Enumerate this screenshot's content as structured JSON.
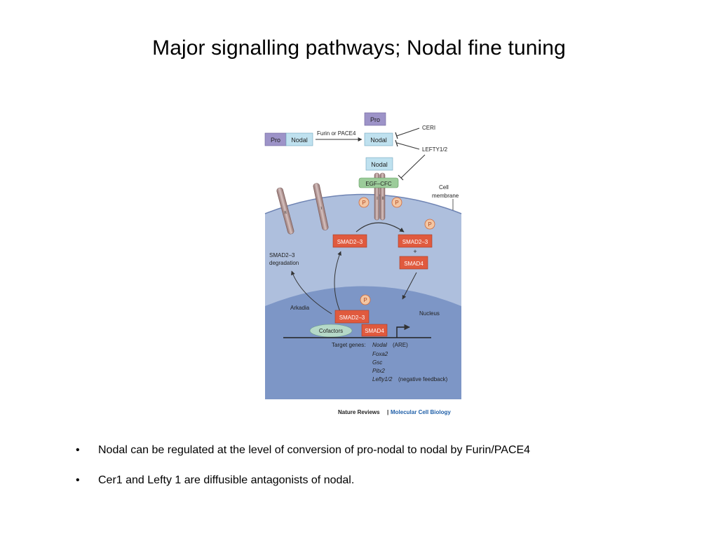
{
  "slide": {
    "title": "Major signalling pathways; Nodal fine tuning"
  },
  "diagram": {
    "pro_top": "Pro",
    "pro_left": "Pro",
    "nodal_left": "Nodal",
    "furin_label": "Furin or PACE4",
    "nodal_mature": "Nodal",
    "ceri": "CERI",
    "lefty": "LEFTY1/2",
    "nodal_bound": "Nodal",
    "egf_cfc": "EGF–CFC",
    "cell_membrane_1": "Cell",
    "cell_membrane_2": "membrane",
    "p_left": "P",
    "p_right": "P",
    "p_smad_right": "P",
    "p_nucleus": "P",
    "receptor_I_left": "I",
    "receptor_II_left": "II",
    "receptor_I": "I",
    "receptor_II": "II",
    "smad23_left": "SMAD2–3",
    "smad23_right": "SMAD2–3",
    "plus": "+",
    "smad4_right": "SMAD4",
    "degradation_1": "SMAD2–3",
    "degradation_2": "degradation",
    "arkadia": "Arkadia",
    "nucleus": "Nucleus",
    "smad23_nucleus": "SMAD2–3",
    "cofactors": "Cofactors",
    "smad4_nucleus": "SMAD4",
    "target_genes_label": "Target genes:",
    "gene_1": "Nodal",
    "gene_1_note": "(ARE)",
    "gene_2": "Foxa2",
    "gene_3": "Gsc",
    "gene_4": "Pitx2",
    "gene_5": "Lefty1/2",
    "gene_5_note": "(negative feedback)",
    "credit_left": "Nature Reviews",
    "credit_sep": "|",
    "credit_right": "Molecular Cell Biology",
    "colors": {
      "cytoplasm": "#aebfdd",
      "nucleus": "#7d96c6",
      "smad": "#e05a3e",
      "phospho": "#f3c6a3",
      "nodal_box": "#bfe1ef",
      "pro_box": "#9d93c8",
      "egf_cfc": "#9ccc9a",
      "cofactors": "#b5d9c8",
      "receptor": "#b79a98",
      "credit_accent": "#1f5fa8"
    }
  },
  "bullets": [
    {
      "marker": "•",
      "text": "Nodal can be regulated at the level of conversion of pro-nodal to nodal by Furin/PACE4"
    },
    {
      "marker": "•",
      "text": "Cer1 and Lefty 1 are diffusible antagonists of nodal."
    }
  ]
}
